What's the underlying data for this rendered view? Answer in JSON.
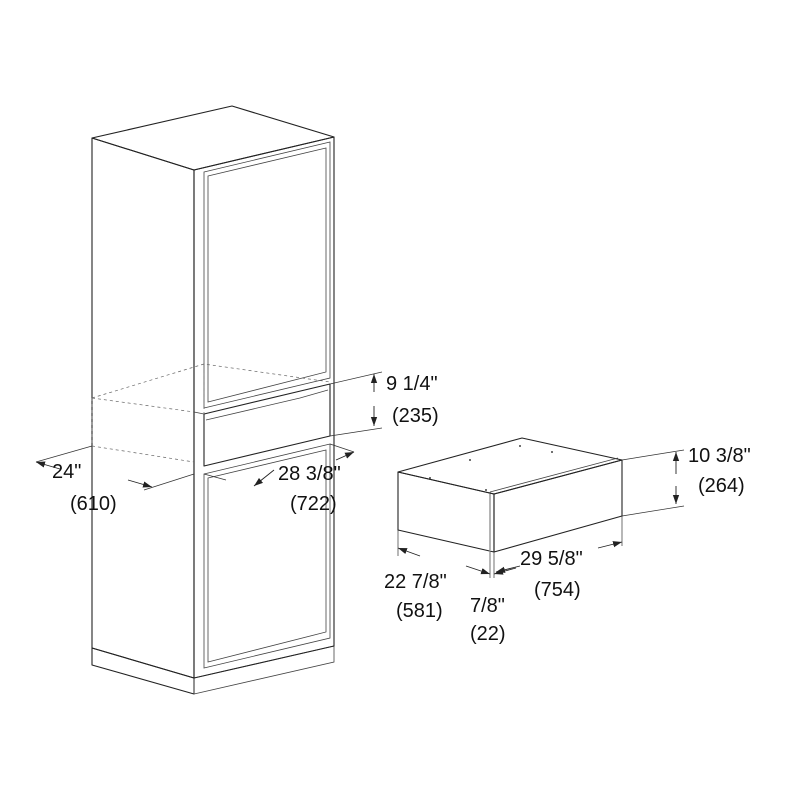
{
  "dimensions": {
    "cabinet_depth": {
      "imperial": "24\"",
      "metric": "(610)"
    },
    "cutout_width": {
      "imperial": "28 3/8\"",
      "metric": "(722)"
    },
    "cutout_height": {
      "imperial": "9 1/4\"",
      "metric": "(235)"
    },
    "drawer_height": {
      "imperial": "10 3/8\"",
      "metric": "(264)"
    },
    "drawer_width": {
      "imperial": "29 5/8\"",
      "metric": "(754)"
    },
    "drawer_depth": {
      "imperial": "22 7/8\"",
      "metric": "(581)"
    },
    "front_thickness": {
      "imperial": "7/8\"",
      "metric": "(22)"
    }
  },
  "colors": {
    "ink": "#222222",
    "background": "#ffffff"
  }
}
